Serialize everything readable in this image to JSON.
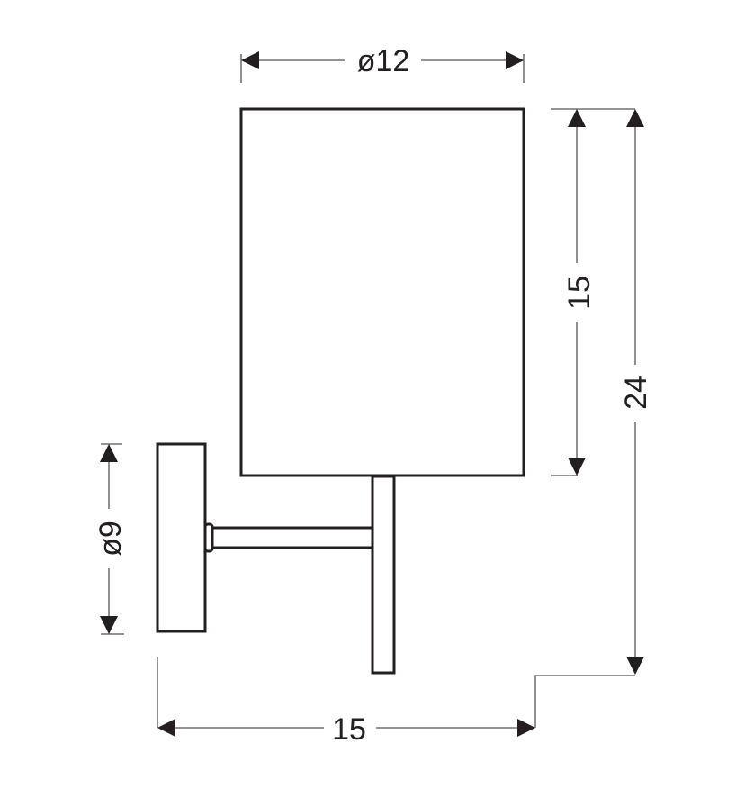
{
  "diagram": {
    "type": "technical-drawing",
    "subject": "wall lamp with cylindrical shade",
    "colors": {
      "line": "#231f20",
      "dimension_line": "#555555",
      "background": "#ffffff"
    },
    "dimensions": {
      "shade_diameter": {
        "label": "ø12"
      },
      "shade_height": {
        "label": "15"
      },
      "total_height": {
        "label": "24"
      },
      "wall_plate_diameter": {
        "label": "ø9"
      },
      "projection": {
        "label": "15"
      }
    }
  }
}
